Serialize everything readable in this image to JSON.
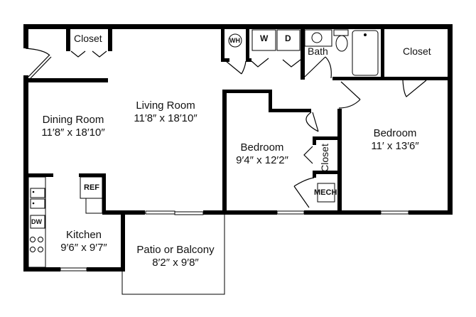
{
  "floor_plan": {
    "rooms": [
      {
        "id": "dining",
        "name": "Dining Room",
        "dims": "11′8″ x 18′10″"
      },
      {
        "id": "living",
        "name": "Living Room",
        "dims": "11′8″ x 18′10″"
      },
      {
        "id": "kitchen",
        "name": "Kitchen",
        "dims": "9′6″ x 9′7″"
      },
      {
        "id": "patio",
        "name": "Patio or Balcony",
        "dims": "8′2″ x 9′8″"
      },
      {
        "id": "bedroom1",
        "name": "Bedroom",
        "dims": "9′4″ x 12′2″"
      },
      {
        "id": "bedroom2",
        "name": "Bedroom",
        "dims": "11′ x 13′6″"
      }
    ],
    "labels": {
      "closet_entry": "Closet",
      "closet_master": "Closet",
      "closet_bedroom": "Closet",
      "bath": "Bath",
      "water_heater": "WH",
      "washer": "W",
      "dryer": "D",
      "refrigerator": "REF",
      "dishwasher": "DW",
      "mechanical": "MECH"
    }
  }
}
